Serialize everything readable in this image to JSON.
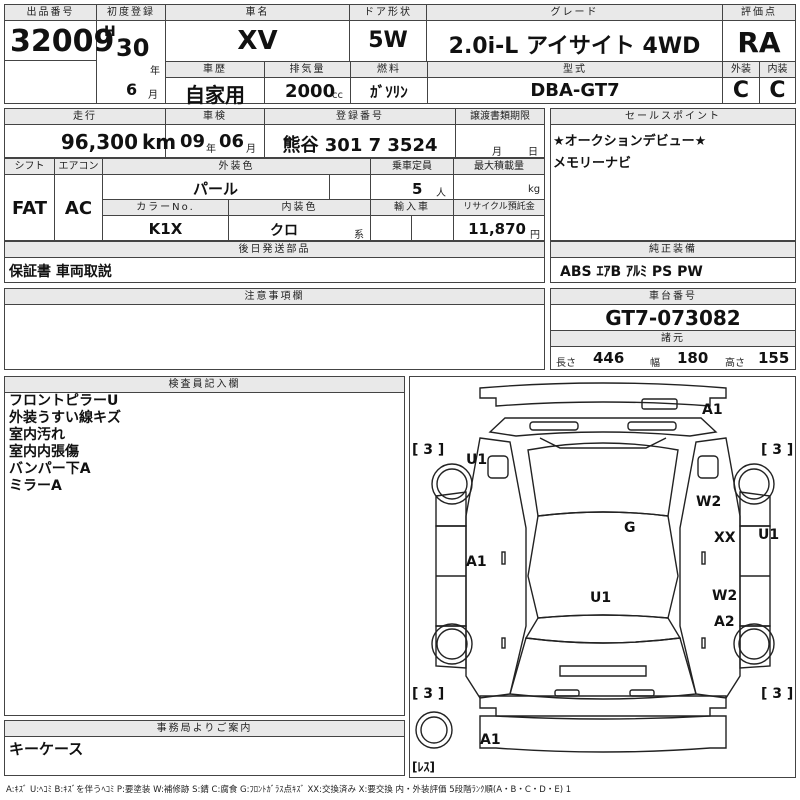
{
  "listing": {
    "lot_no_label": "出品番号",
    "lot_no": "32009",
    "first_reg_label": "初度登録",
    "era": "H",
    "year": "30",
    "year_unit": "年",
    "month": "6",
    "month_unit": "月",
    "car_name_label": "車名",
    "car_name": "XV",
    "door_label": "ドア形状",
    "door": "5W",
    "grade_label": "グレード",
    "grade": "2.0i-L アイサイト 4WD",
    "score_label": "評価点",
    "score": "RA",
    "history_label": "車歴",
    "history": "自家用",
    "displacement_label": "排気量",
    "displacement": "2000",
    "displacement_unit": "cc",
    "fuel_label": "燃料",
    "fuel": "ｶﾞｿﾘﾝ",
    "model_label": "型式",
    "model": "DBA-GT7",
    "ext_label": "外装",
    "ext_grade": "C",
    "int_label": "内装",
    "int_grade": "C"
  },
  "row2": {
    "mileage_label": "走行",
    "mileage": "96,300",
    "mileage_unit": "km",
    "inspection_label": "車検",
    "insp_year": "09",
    "insp_year_unit": "年",
    "insp_month": "06",
    "insp_month_unit": "月",
    "plate_label": "登録番号",
    "plate": "熊谷 301 7 3524",
    "transfer_label": "譲渡書類期限",
    "transfer_month_unit": "月",
    "transfer_day_unit": "日",
    "sales_label": "セールスポイント",
    "sales_points": [
      "★オークションデビュー★",
      "メモリーナビ"
    ]
  },
  "row3": {
    "shift_label": "シフト",
    "shift": "FAT",
    "ac_label": "エアコン",
    "ac": "AC",
    "color_label": "外装色",
    "color": "パール",
    "capacity_label": "乗車定員",
    "capacity": "5",
    "capacity_unit": "人",
    "load_label": "最大積載量",
    "load_unit": "kg",
    "color_no_label": "カラーNo.",
    "color_no": "K1X",
    "int_color_label": "内装色",
    "int_color": "クロ",
    "int_color_unit": "系",
    "import_label": "輸入車",
    "recycle_label": "リサイクル預託金",
    "recycle": "11,870",
    "recycle_unit": "円"
  },
  "later": {
    "label": "後日発送部品",
    "value": "保証書 車両取説"
  },
  "equipment": {
    "label": "純正装備",
    "value": "ABS ｴｱB ｱﾙﾐ PS PW"
  },
  "notes": {
    "label": "注意事項欄"
  },
  "chassis": {
    "label": "車台番号",
    "value": "GT7-073082"
  },
  "specs": {
    "label": "諸元",
    "len_label": "長さ",
    "len": "446",
    "wid_label": "幅",
    "wid": "180",
    "hgt_label": "高さ",
    "hgt": "155"
  },
  "inspector": {
    "label": "検査員記入欄",
    "lines": [
      "フロントピラーU",
      "外装うすい線キズ",
      "室内汚れ",
      "室内内張傷",
      "バンパー下A",
      "ミラーA"
    ]
  },
  "office": {
    "label": "事務局よりご案内",
    "value": "キーケース"
  },
  "legend": "A:ｷｽﾞ U:ﾍｺﾐ B:ｷｽﾞを伴うﾍｺﾐ P:要塗装 W:補修跡 S:錆 C:腐食 G:ﾌﾛﾝﾄｶﾞﾗｽ点ｷｽﾞ XX:交換済み X:要交換 内・外装評価 5段階ﾗﾝｸ順(A・B・C・D・E) 1",
  "diagram": {
    "tl": "[ 3 ]",
    "tr": "[ 3 ]",
    "bl": "[ 3 ]",
    "br": "[ 3 ]",
    "spare": "[ﾚｽ]",
    "marks": [
      "A1",
      "U1",
      "W2",
      "G",
      "XX",
      "U1",
      "A1",
      "U1",
      "W2",
      "A2",
      "A1"
    ]
  }
}
